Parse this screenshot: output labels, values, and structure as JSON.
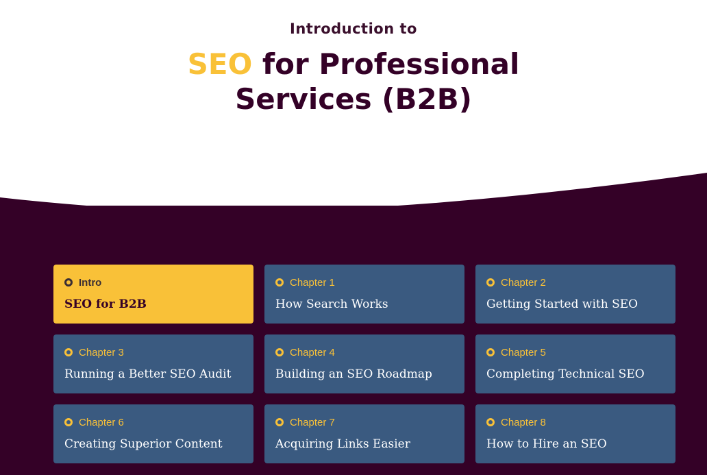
{
  "hero": {
    "kicker": "Introduction to",
    "title_accent": "SEO",
    "title_line1_rest": " for Professional",
    "title_line2": "Services (B2B)"
  },
  "colors": {
    "accent": "#f9c138",
    "dark_background": "#340127",
    "card": "#3a5a80"
  },
  "chapters": [
    {
      "label": "Intro",
      "title": "SEO for B2B",
      "active": true
    },
    {
      "label": "Chapter 1",
      "title": "How Search Works"
    },
    {
      "label": "Chapter 2",
      "title": "Getting Started with SEO"
    },
    {
      "label": "Chapter 3",
      "title": "Running a Better SEO Audit"
    },
    {
      "label": "Chapter 4",
      "title": "Building an SEO Roadmap"
    },
    {
      "label": "Chapter 5",
      "title": "Completing Technical SEO"
    },
    {
      "label": "Chapter 6",
      "title": "Creating Superior Content"
    },
    {
      "label": "Chapter 7",
      "title": "Acquiring Links Easier"
    },
    {
      "label": "Chapter 8",
      "title": "How to Hire an SEO"
    }
  ]
}
